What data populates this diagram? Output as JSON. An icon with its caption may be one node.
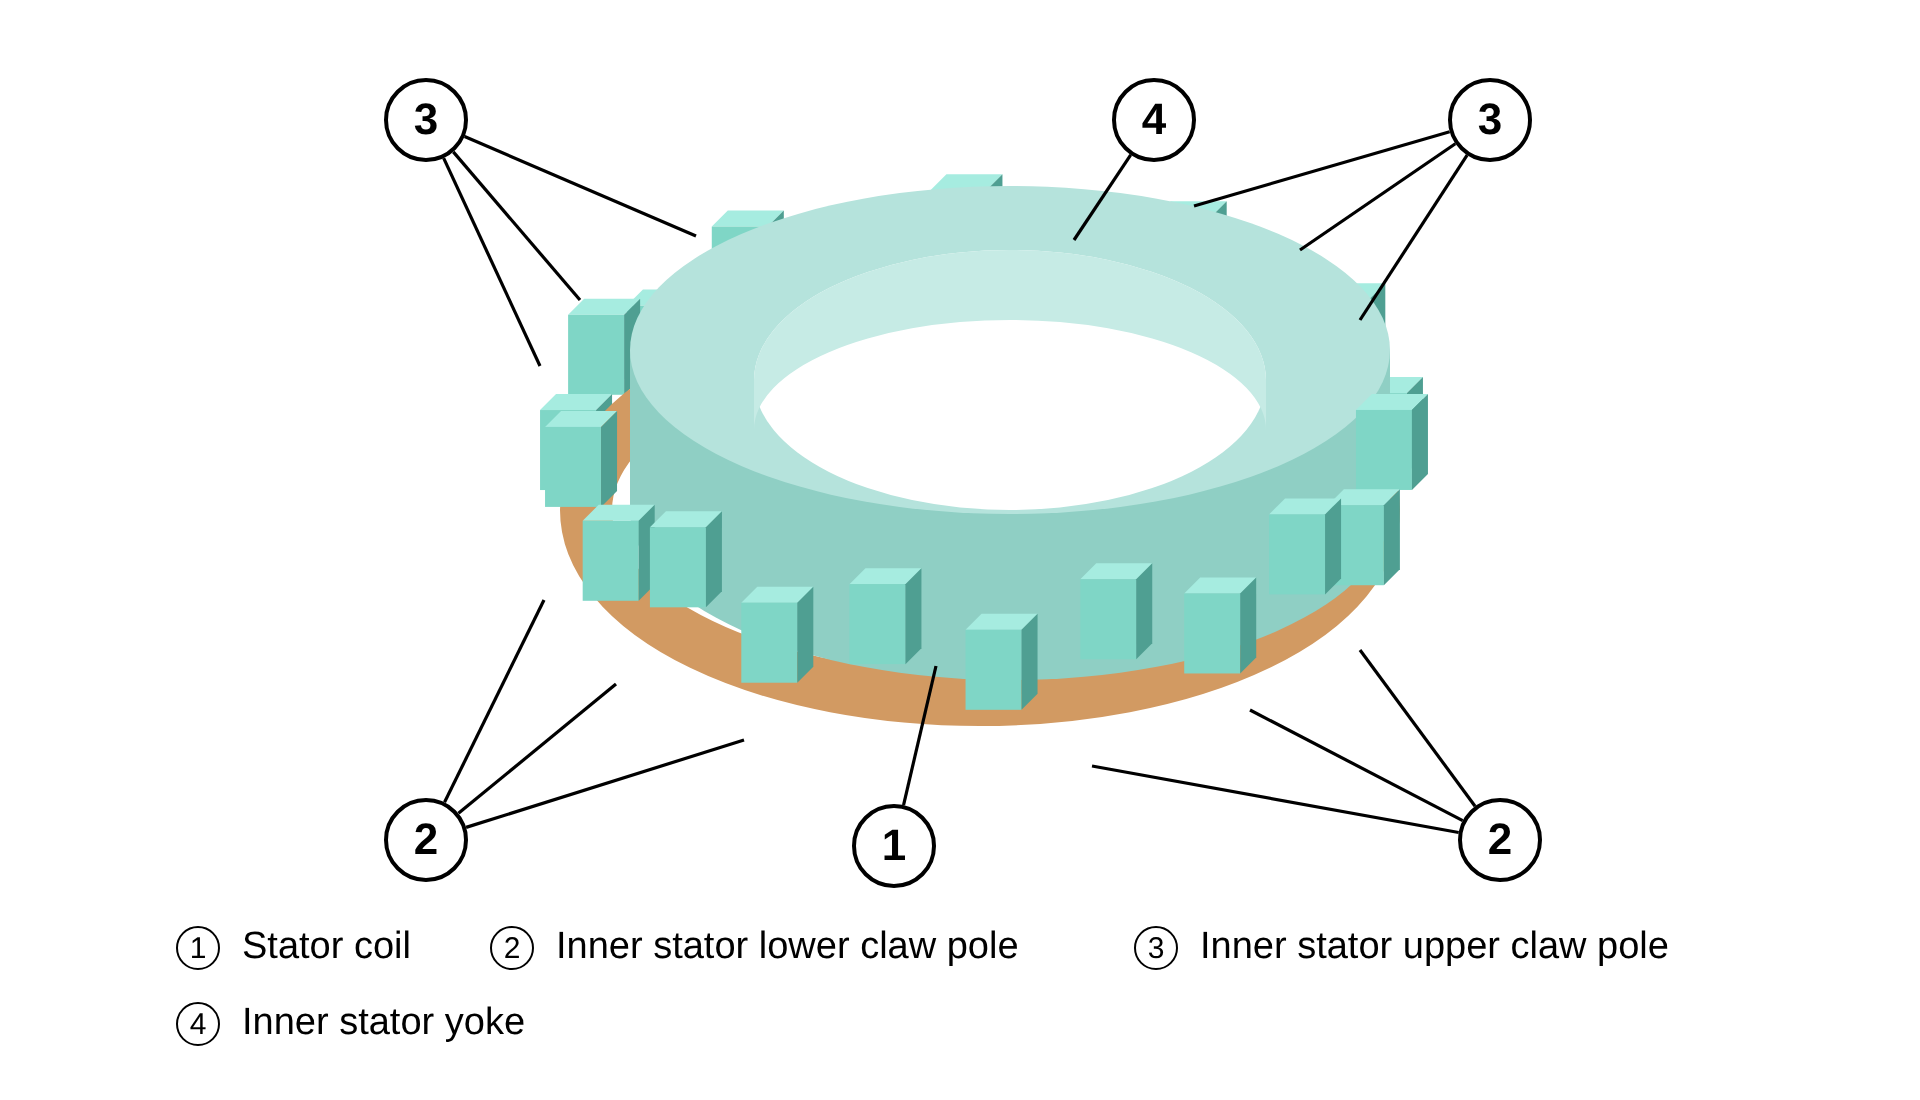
{
  "diagram": {
    "nodes": [
      {
        "text": [
          "3"
        ]
      },
      {
        "text": [
          "4"
        ]
      },
      {
        "text": [
          "3"
        ]
      },
      {
        "text": [
          "2"
        ]
      },
      {
        "text": [
          "1"
        ]
      },
      {
        "text": [
          "2"
        ]
      }
    ],
    "edges": [
      {
        "from": 0,
        "to": null,
        "arrow": "none"
      },
      {
        "from": 0,
        "to": null,
        "arrow": "none"
      },
      {
        "from": 0,
        "to": null,
        "arrow": "none"
      },
      {
        "from": 1,
        "to": null,
        "arrow": "none"
      },
      {
        "from": 2,
        "to": null,
        "arrow": "none"
      },
      {
        "from": 2,
        "to": null,
        "arrow": "none"
      },
      {
        "from": 2,
        "to": null,
        "arrow": "none"
      },
      {
        "from": 3,
        "to": null,
        "arrow": "none"
      },
      {
        "from": 3,
        "to": null,
        "arrow": "none"
      },
      {
        "from": 3,
        "to": null,
        "arrow": "none"
      },
      {
        "from": 4,
        "to": null,
        "arrow": "none"
      },
      {
        "from": 5,
        "to": null,
        "arrow": "none"
      },
      {
        "from": 5,
        "to": null,
        "arrow": "none"
      },
      {
        "from": 5,
        "to": null,
        "arrow": "none"
      }
    ],
    "labels": [
      "1",
      "Stator coil",
      "2",
      "Inner stator lower claw pole",
      "3",
      "Inner stator upper claw pole",
      "4",
      "Inner stator yoke"
    ]
  }
}
